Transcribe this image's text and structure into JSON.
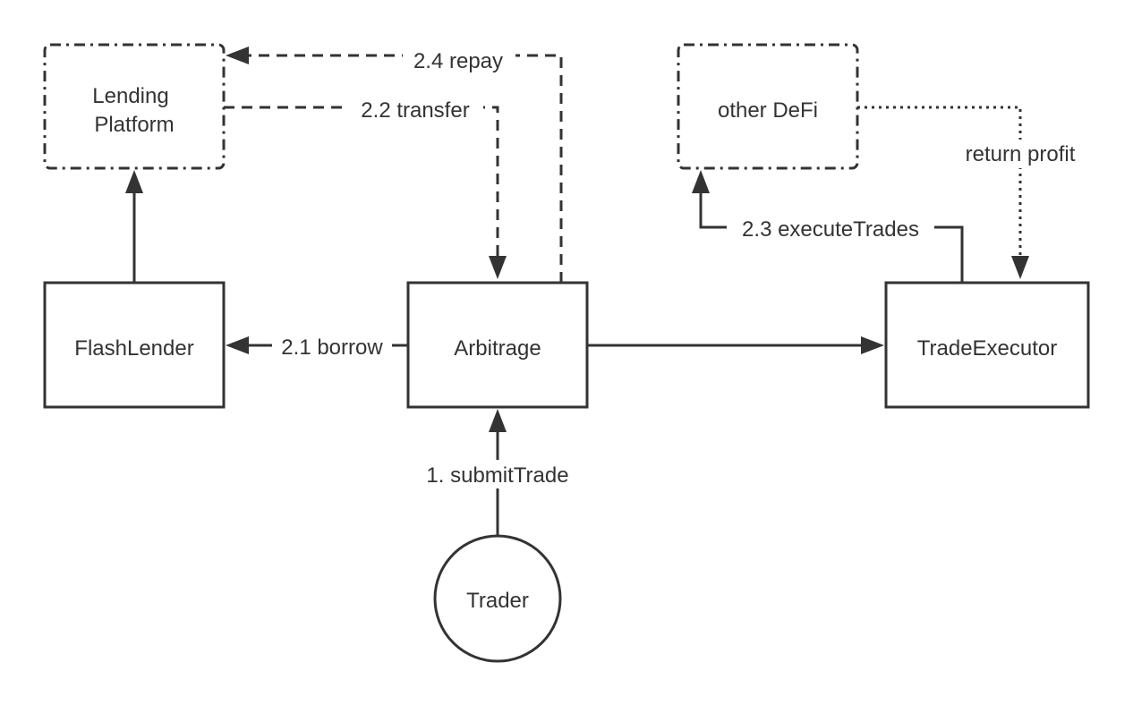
{
  "nodes": {
    "lending_platform": [
      "Lending",
      "Platform"
    ],
    "other_defi": "other DeFi",
    "flash_lender": "FlashLender",
    "arbitrage": "Arbitrage",
    "trade_executor": "TradeExecutor",
    "trader": "Trader"
  },
  "edges": {
    "submit_trade": "1. submitTrade",
    "borrow": "2.1 borrow",
    "transfer": "2.2 transfer",
    "execute_trades": "2.3 executeTrades",
    "repay": "2.4 repay",
    "return_profit": "return profit"
  },
  "colors": {
    "stroke": "#333333",
    "background": "#ffffff"
  }
}
